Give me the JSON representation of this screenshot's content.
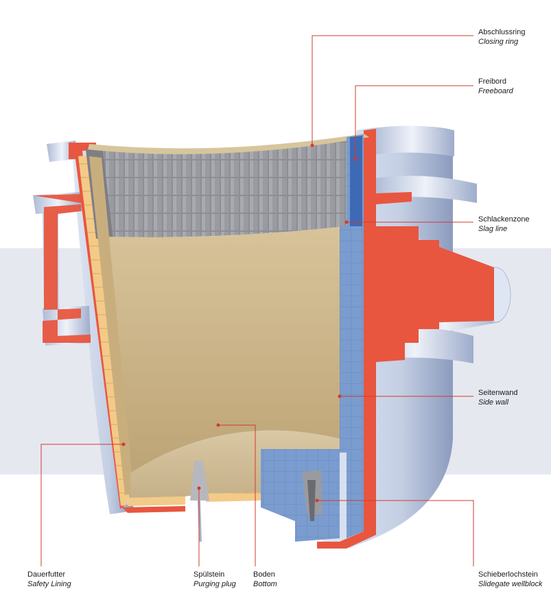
{
  "labels": {
    "closing_ring": {
      "de": "Abschlussring",
      "en": "Closing ring"
    },
    "freeboard": {
      "de": "Freibord",
      "en": "Freeboard"
    },
    "slag_line": {
      "de": "Schlackenzone",
      "en": "Slag line"
    },
    "side_wall": {
      "de": "Seitenwand",
      "en": "Side wall"
    },
    "safety_lining": {
      "de": "Dauerfutter",
      "en": "Safety Lining"
    },
    "purging_plug": {
      "de": "Spülstein",
      "en": "Purging plug"
    },
    "bottom": {
      "de": "Boden",
      "en": "Bottom"
    },
    "slidegate_wellblock": {
      "de": "Schieberlochstein",
      "en": "Slidegate wellblock"
    }
  },
  "colors": {
    "shell": "#e8563f",
    "shell_metal": "#c9d3e6",
    "insulation": "#f2c98a",
    "brick": "#8a8a8f",
    "interior": "#cbb283",
    "wear_lining": "#5f86c4",
    "leader": "#d23a2e"
  }
}
